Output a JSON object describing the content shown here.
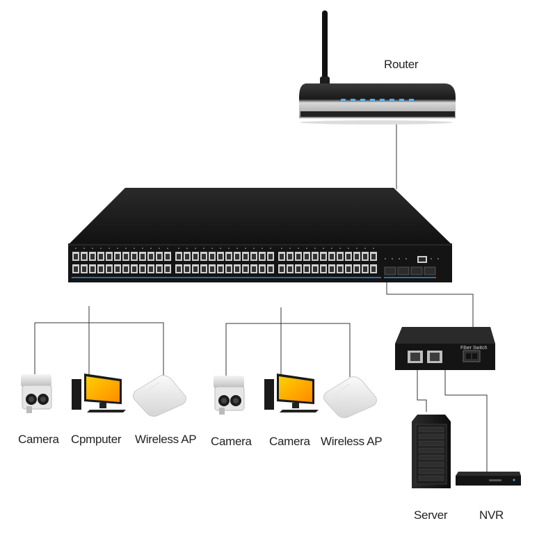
{
  "diagram": {
    "nodes": {
      "router": "Router",
      "camera_1": "Camera",
      "computer": "Cpmputer",
      "wireless_ap_1": "Wireless AP",
      "camera_2": "Camera",
      "camera_3": "Camera",
      "wireless_ap_2": "Wireless AP",
      "server": "Server",
      "nvr": "NVR"
    },
    "fiber_switch_label": "Fiber  Switch"
  }
}
